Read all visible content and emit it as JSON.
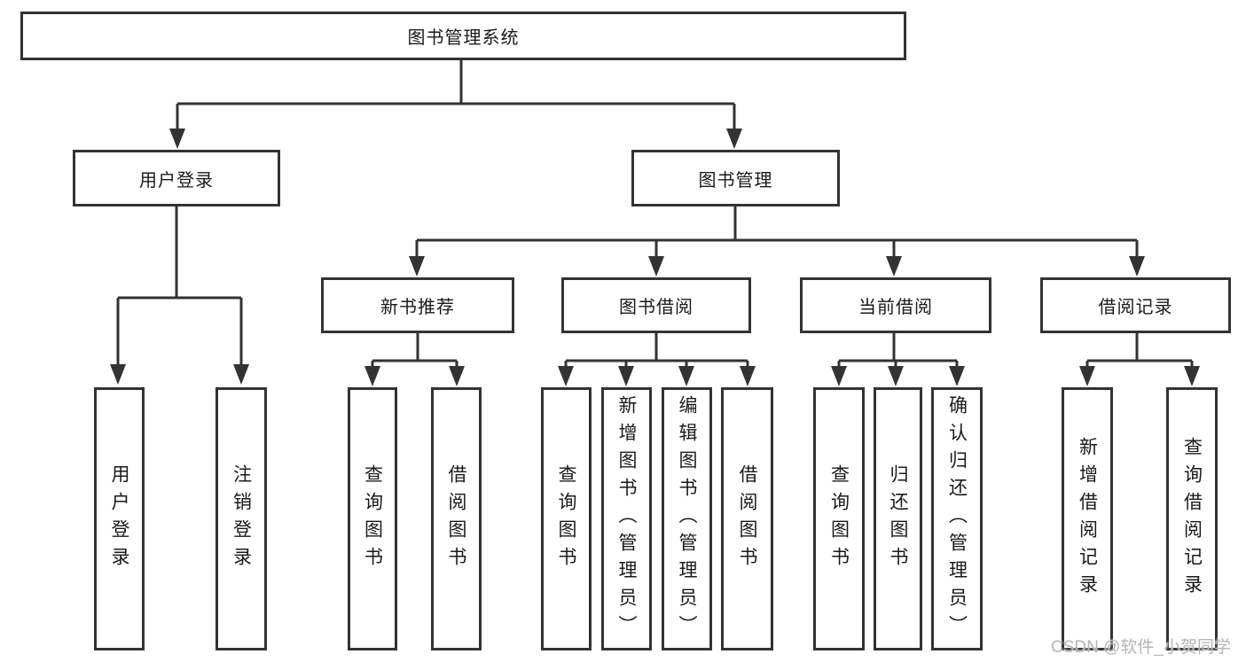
{
  "diagram_type": "tree-structure-diagram",
  "tree": {
    "root": {
      "label": "图书管理系统",
      "children": [
        {
          "label": "用户登录",
          "children": [
            {
              "label": "用户登录"
            },
            {
              "label": "注销登录"
            }
          ]
        },
        {
          "label": "图书管理",
          "children": [
            {
              "label": "新书推荐",
              "children": [
                {
                  "label": "查询图书"
                },
                {
                  "label": "借阅图书"
                }
              ]
            },
            {
              "label": "图书借阅",
              "children": [
                {
                  "label": "查询图书"
                },
                {
                  "label": "新增图书（管理员）"
                },
                {
                  "label": "编辑图书（管理员）"
                },
                {
                  "label": "借阅图书"
                }
              ]
            },
            {
              "label": "当前借阅",
              "children": [
                {
                  "label": "查询图书"
                },
                {
                  "label": "归还图书"
                },
                {
                  "label": "确认归还（管理员）"
                }
              ]
            },
            {
              "label": "借阅记录",
              "children": [
                {
                  "label": "新增借阅记录"
                },
                {
                  "label": "查询借阅记录"
                }
              ]
            }
          ]
        }
      ]
    }
  },
  "watermark": {
    "text": "CSDN @软件_小贺同学"
  },
  "colors": {
    "line": "#333333",
    "text": "#1a1a1a",
    "box_background": "#ffffff",
    "page_background": "#ffffff",
    "watermark": "#b5b5b5"
  }
}
